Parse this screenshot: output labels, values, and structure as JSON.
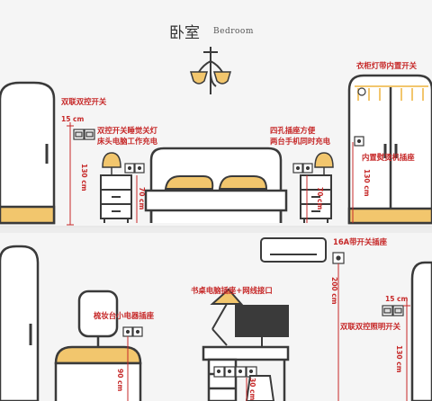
{
  "title": {
    "cn": "卧室",
    "en": "Bedroom"
  },
  "top_section": {
    "labels": {
      "dual_switch": "双联双控开关",
      "bedside_switch_line1": "双控开关睡觉关灯",
      "bedside_switch_line2": "床头电脑工作充电",
      "four_socket_line1": "四孔插座方便",
      "four_socket_line2": "两台手机同时充电",
      "wardrobe_light": "衣柜灯带内置开关",
      "wardrobe_socket": "内置熨烫机插座"
    },
    "dims": {
      "left_h": "130 cm",
      "left_gap": "15 cm",
      "left_night": "70 cm",
      "right_night": "70 cm",
      "right_h": "130 cm"
    }
  },
  "bottom_section": {
    "labels": {
      "ac_socket": "16A带开关插座",
      "desk_socket": "书桌电脑插座+网线接口",
      "vanity_socket": "梳妆台小电器插座",
      "dual_light_switch": "双联双控照明开关"
    },
    "dims": {
      "ac_h": "200 cm",
      "vanity_h": "90 cm",
      "desk_h": "30 cm",
      "right_gap": "15 cm",
      "right_h": "130 cm"
    }
  },
  "colors": {
    "accent": "#c62828",
    "gold": "#f2c66d",
    "line": "#3a3a3a",
    "bg": "#f5f5f5"
  }
}
